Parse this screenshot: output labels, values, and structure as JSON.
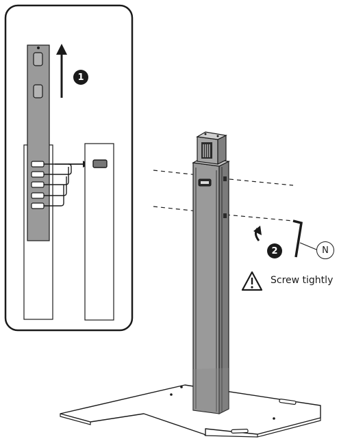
{
  "steps": {
    "step1": "1",
    "step2": "2"
  },
  "tool_label": "N",
  "warning": {
    "icon": "warning-triangle-icon",
    "text": "Screw tightly"
  },
  "colors": {
    "line": "#1a1a1a",
    "column_fill": "#9a9a9a",
    "dark_fill": "#2a2a2a"
  }
}
